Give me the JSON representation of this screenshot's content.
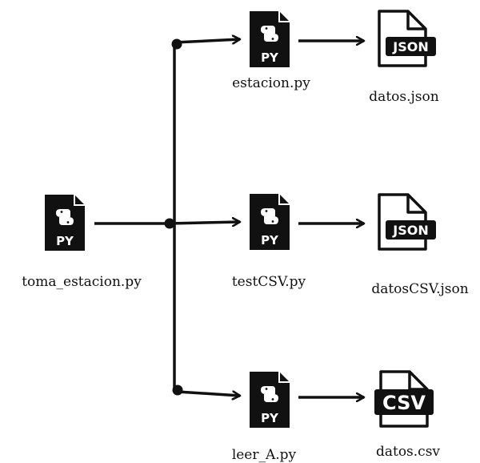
{
  "colors": {
    "ink": "#111111",
    "paper": "#ffffff"
  },
  "nodes": {
    "source": {
      "label": "toma_estacion.py",
      "badge": "PY",
      "icon": "python-file-icon"
    },
    "scripts": [
      {
        "label": "estacion.py",
        "badge": "PY",
        "icon": "python-file-icon"
      },
      {
        "label": "testCSV.py",
        "badge": "PY",
        "icon": "python-file-icon"
      },
      {
        "label": "leer_A.py",
        "badge": "PY",
        "icon": "python-file-icon"
      }
    ],
    "outputs": [
      {
        "label": "datos.json",
        "badge": "JSON",
        "icon": "json-file-icon"
      },
      {
        "label": "datosCSV.json",
        "badge": "JSON",
        "icon": "json-file-icon"
      },
      {
        "label": "datos.csv",
        "badge": "CSV",
        "icon": "csv-file-icon"
      }
    ]
  }
}
